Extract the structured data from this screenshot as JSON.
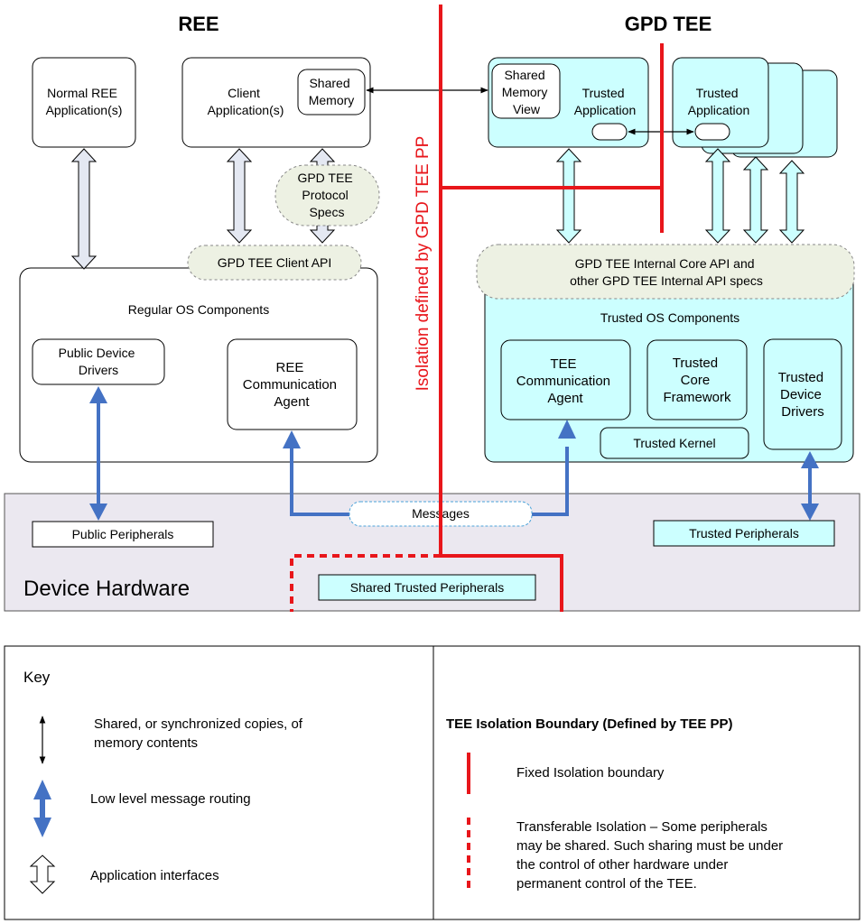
{
  "headers": {
    "ree": "REE",
    "tee": "GPD TEE"
  },
  "isolation_label": "Isolation defined by GPD TEE PP",
  "ree": {
    "normal_app": [
      "Normal REE",
      "Application(s)"
    ],
    "client_app": [
      "Client",
      "Application(s)"
    ],
    "shared_memory": [
      "Shared",
      "Memory"
    ],
    "protocol_specs": [
      "GPD TEE",
      "Protocol",
      "Specs"
    ],
    "client_api": "GPD TEE Client API",
    "os_components": "Regular OS Components",
    "public_drivers": [
      "Public Device",
      "Drivers"
    ],
    "comm_agent": [
      "REE",
      "Communication",
      "Agent"
    ]
  },
  "tee": {
    "shared_memory_view": [
      "Shared",
      "Memory",
      "View"
    ],
    "trusted_app_1": [
      "Trusted",
      "Application"
    ],
    "trusted_app_2": [
      "Trusted",
      "Application"
    ],
    "internal_api": [
      "GPD TEE Internal Core API and",
      "other GPD TEE Internal API specs"
    ],
    "os_components": "Trusted OS Components",
    "comm_agent": [
      "TEE",
      "Communication",
      "Agent"
    ],
    "core_framework": [
      "Trusted",
      "Core",
      "Framework"
    ],
    "device_drivers": [
      "Trusted",
      "Device",
      "Drivers"
    ],
    "kernel": "Trusted Kernel"
  },
  "hardware": {
    "label": "Device Hardware",
    "public_peripherals": "Public Peripherals",
    "messages": "Messages",
    "trusted_peripherals": "Trusted Peripherals",
    "shared_trusted_peripherals": "Shared Trusted Peripherals"
  },
  "key": {
    "title": "Key",
    "shared_memory": [
      "Shared, or synchronized copies, of",
      "memory contents"
    ],
    "low_level": "Low level message routing",
    "app_interfaces": "Application interfaces",
    "boundary_title": "TEE Isolation Boundary (Defined by TEE PP)",
    "fixed": "Fixed Isolation boundary",
    "transferable": [
      "Transferable Isolation – Some peripherals",
      "may be shared. Such sharing must be under",
      "the control of other hardware under",
      "permanent control of the TEE."
    ]
  },
  "colors": {
    "tee_fill": "#ccffff",
    "hardware_fill": "#ebe8f0",
    "isolation_red": "#e8161b",
    "routing_blue": "#4472c4",
    "api_fill": "#edf1e3",
    "app_arrow_fill": "#e4e8f2"
  }
}
